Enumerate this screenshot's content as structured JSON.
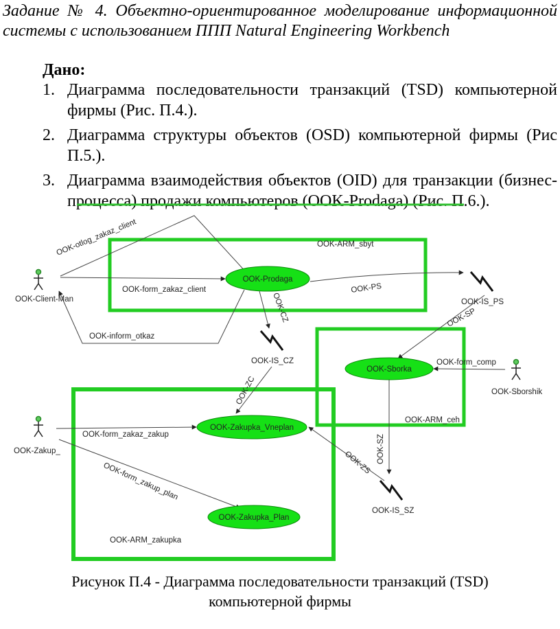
{
  "task": {
    "title": "Задание № 4. Объектно-ориентированное моделирование информационной системы с использованием ППП Natural Engineering Workbench"
  },
  "given": {
    "label": "Дано:",
    "items": [
      {
        "num": "1.",
        "text": "Диаграмма последовательности транзакций (TSD) компьютерной фирмы (Рис. П.4.)."
      },
      {
        "num": "2.",
        "text": "Диаграмма структуры объектов (OSD) компьютерной фирмы (Рис П.5.)."
      },
      {
        "num": "3.",
        "text": "Диаграмма взаимодействия объектов (OID) для транзакции (бизнес-процесса) продажи компьютеров (OOK-Prodaga) (Рис. П.6.)."
      }
    ]
  },
  "diagram": {
    "actors": {
      "client": "OOK-Client-Man",
      "sborshik": "OOK-Sborshik",
      "zakup": "OOK-Zakup_"
    },
    "boxes": {
      "arm_sbyt": "OOK-ARM_sbyt",
      "arm_ceh": "OOK-ARM_ceh",
      "arm_zakupka": "OOK-ARM_zakupka"
    },
    "processes": {
      "prodaga": "OOK-Prodaga",
      "sborka": "OOK-Sborka",
      "zakupka_vneplan": "OOK-Zakupka_Vneplan",
      "zakupka_plan": "OOK-Zakupka_Plan"
    },
    "systems": {
      "is_ps": "OOK-IS_PS",
      "is_cz": "OOK-IS_CZ",
      "is_sz": "OOK-IS_SZ"
    },
    "flows": {
      "otlog": "OOK-otlog_zakaz_client",
      "form_zakaz_client": "OOK-form_zakaz_client",
      "inform_otkaz": "OOK-inform_otkaz",
      "ps": "OOK-PS",
      "cz": "OOK-CZ",
      "sp": "OOK-SP",
      "form_comp": "OOK-form_comp",
      "zc": "OOK-ZC",
      "form_zakaz_zakup": "OOK-form_zakaz_zakup",
      "sz": "OOK-SZ",
      "zs": "OOK-ZS",
      "form_zakup_plan": "OOK-form_zakup_plan"
    }
  },
  "caption": {
    "line1": "Рисунок П.4 - Диаграмма последовательности транзакций (TSD)",
    "line2": "компьютерной фирмы"
  }
}
